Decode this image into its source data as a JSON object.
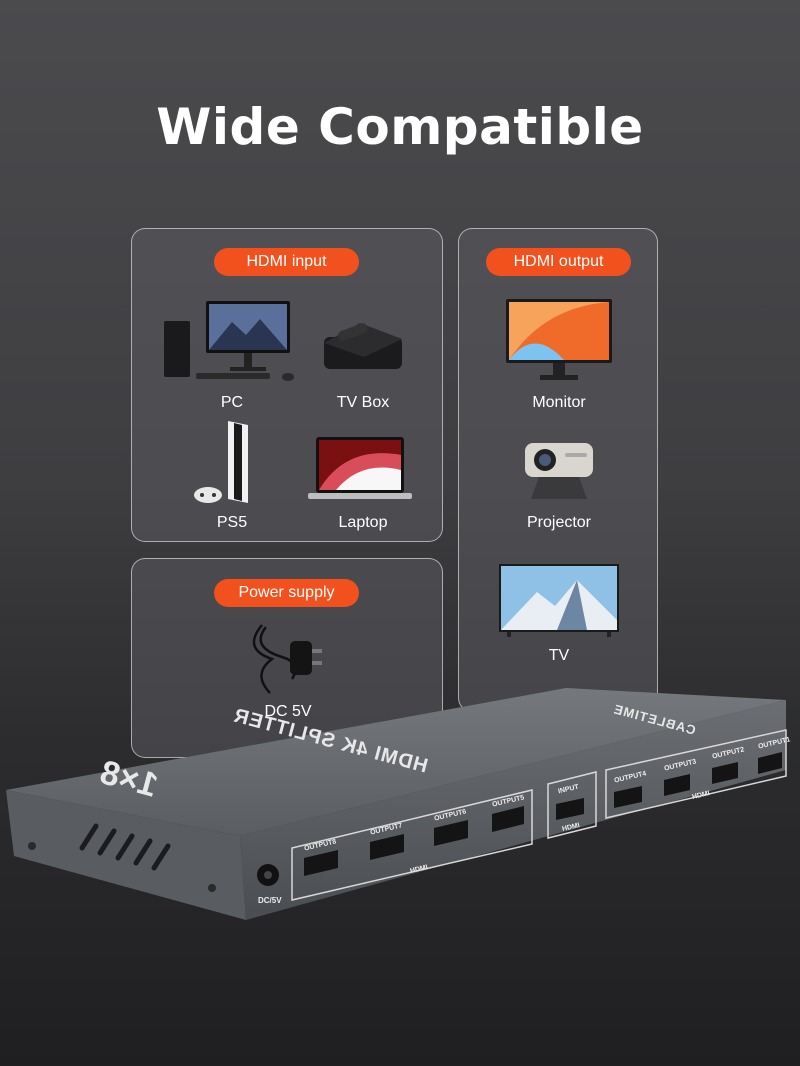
{
  "title": "Wide Compatible",
  "input_panel": {
    "badge": "HDMI input",
    "devices": [
      "PC",
      "TV Box",
      "PS5",
      "Laptop"
    ]
  },
  "output_panel": {
    "badge": "HDMI output",
    "devices": [
      "Monitor",
      "Projector",
      "TV"
    ]
  },
  "power_panel": {
    "badge": "Power supply",
    "devices": [
      "DC 5V"
    ]
  },
  "splitter": {
    "brand": "CABLETIME",
    "model": "1×8",
    "top_label": "HDMI 4K SPLITTER",
    "ports_front": [
      "OUTPUT8",
      "OUTPUT7",
      "OUTPUT6",
      "OUTPUT5"
    ],
    "ports_right": [
      "OUTPUT4",
      "OUTPUT3",
      "OUTPUT2",
      "OUTPUT1"
    ],
    "input_port": "INPUT",
    "hdmi_tag": "HDMI",
    "dc_label": "DC/5V"
  },
  "colors": {
    "accent": "#f2501c",
    "panel_border": "#d9d9d9",
    "device_body": "#55585c"
  }
}
